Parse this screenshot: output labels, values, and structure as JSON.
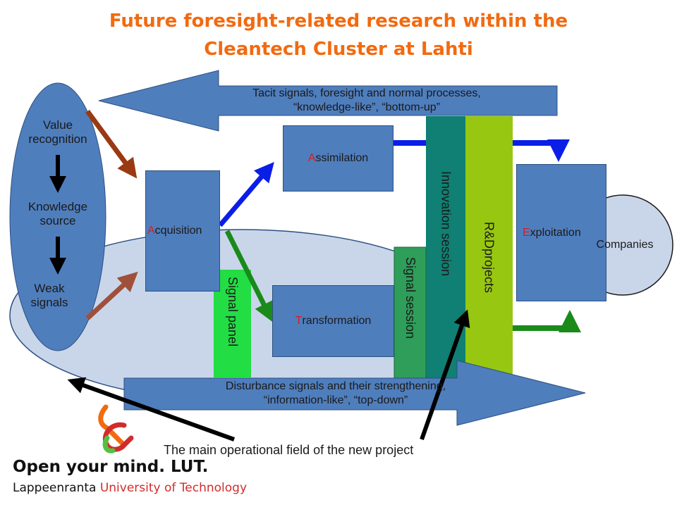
{
  "title": {
    "line1": "Future foresight-related research within the",
    "line2": "Cleantech Cluster at Lahti"
  },
  "left_ellipse": {
    "value_recognition": "Value recognition",
    "knowledge_source": "Knowledge source",
    "weak_signals": "Weak signals"
  },
  "top_arrow": {
    "line1": "Tacit signals, foresight and normal processes,",
    "line2": "“knowledge-like”, “bottom-up”"
  },
  "bottom_arrow": {
    "line1": "Disturbance signals and their strengthening,",
    "line2": "“information-like”, “top-down”"
  },
  "boxes": {
    "acquisition": {
      "initial": "A",
      "rest": "cquisition"
    },
    "assimilation": {
      "initial": "A",
      "rest": "ssimilation"
    },
    "transformation": {
      "initial": "T",
      "rest": "ransformation"
    },
    "exploitation": {
      "initial": "E",
      "rest": "xploitation"
    }
  },
  "bars": {
    "signal_panel": "Signal panel",
    "signal_session": "Signal session",
    "innovation_session": "Innovation session",
    "rd_projects_line1": "R&D",
    "rd_projects_line2": "projects"
  },
  "companies": "Companies",
  "caption": "The main operational field of the new project",
  "logo": {
    "line1": "Open your mind. LUT.",
    "line2a": "Lappeenranta ",
    "line2b": "University of Technology"
  },
  "colors": {
    "title": "#f26a10",
    "box_fill": "#4f7ebd",
    "field_ellipse": "#c9d6ea",
    "signal_panel": "#22dd44",
    "signal_session": "#2e9e5a",
    "innovation_session": "#0f8073",
    "rd_projects": "#97c710",
    "arrow_blue": "#0a1ee8",
    "arrow_green": "#1a8a1a",
    "arrow_brown": "#9a3a12"
  }
}
